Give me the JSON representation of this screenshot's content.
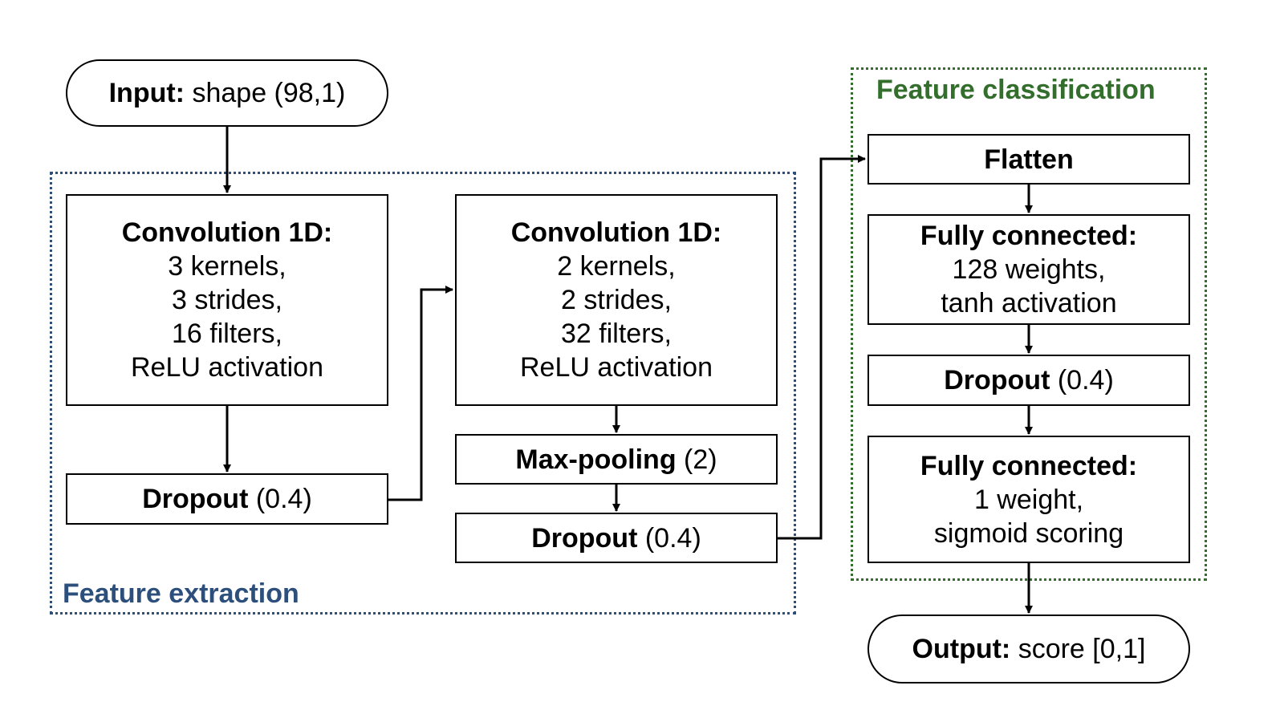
{
  "groups": {
    "extraction": {
      "label": "Feature extraction",
      "color": "#2c4f7c"
    },
    "classification": {
      "label": "Feature classification",
      "color": "#336e2c"
    }
  },
  "input": {
    "bold": "Input:",
    "rest": " shape (98,1)"
  },
  "conv1": {
    "title": "Convolution 1D:",
    "lines": [
      "3 kernels,",
      "3 strides,",
      "16 filters,",
      "ReLU activation"
    ]
  },
  "dropout1": {
    "bold": "Dropout",
    "rest": " (0.4)"
  },
  "conv2": {
    "title": "Convolution 1D:",
    "lines": [
      "2 kernels,",
      "2 strides,",
      "32 filters,",
      "ReLU activation"
    ]
  },
  "maxpool": {
    "bold": "Max-pooling",
    "rest": " (2)"
  },
  "dropout2": {
    "bold": "Dropout",
    "rest": " (0.4)"
  },
  "flatten": {
    "label": "Flatten"
  },
  "fc1": {
    "title": "Fully connected:",
    "lines": [
      "128 weights,",
      "tanh activation"
    ]
  },
  "dropout3": {
    "bold": "Dropout",
    "rest": " (0.4)"
  },
  "fc2": {
    "title": "Fully connected:",
    "lines": [
      "1 weight,",
      "sigmoid scoring"
    ]
  },
  "output": {
    "bold": "Output:",
    "rest": " score [0,1]"
  }
}
